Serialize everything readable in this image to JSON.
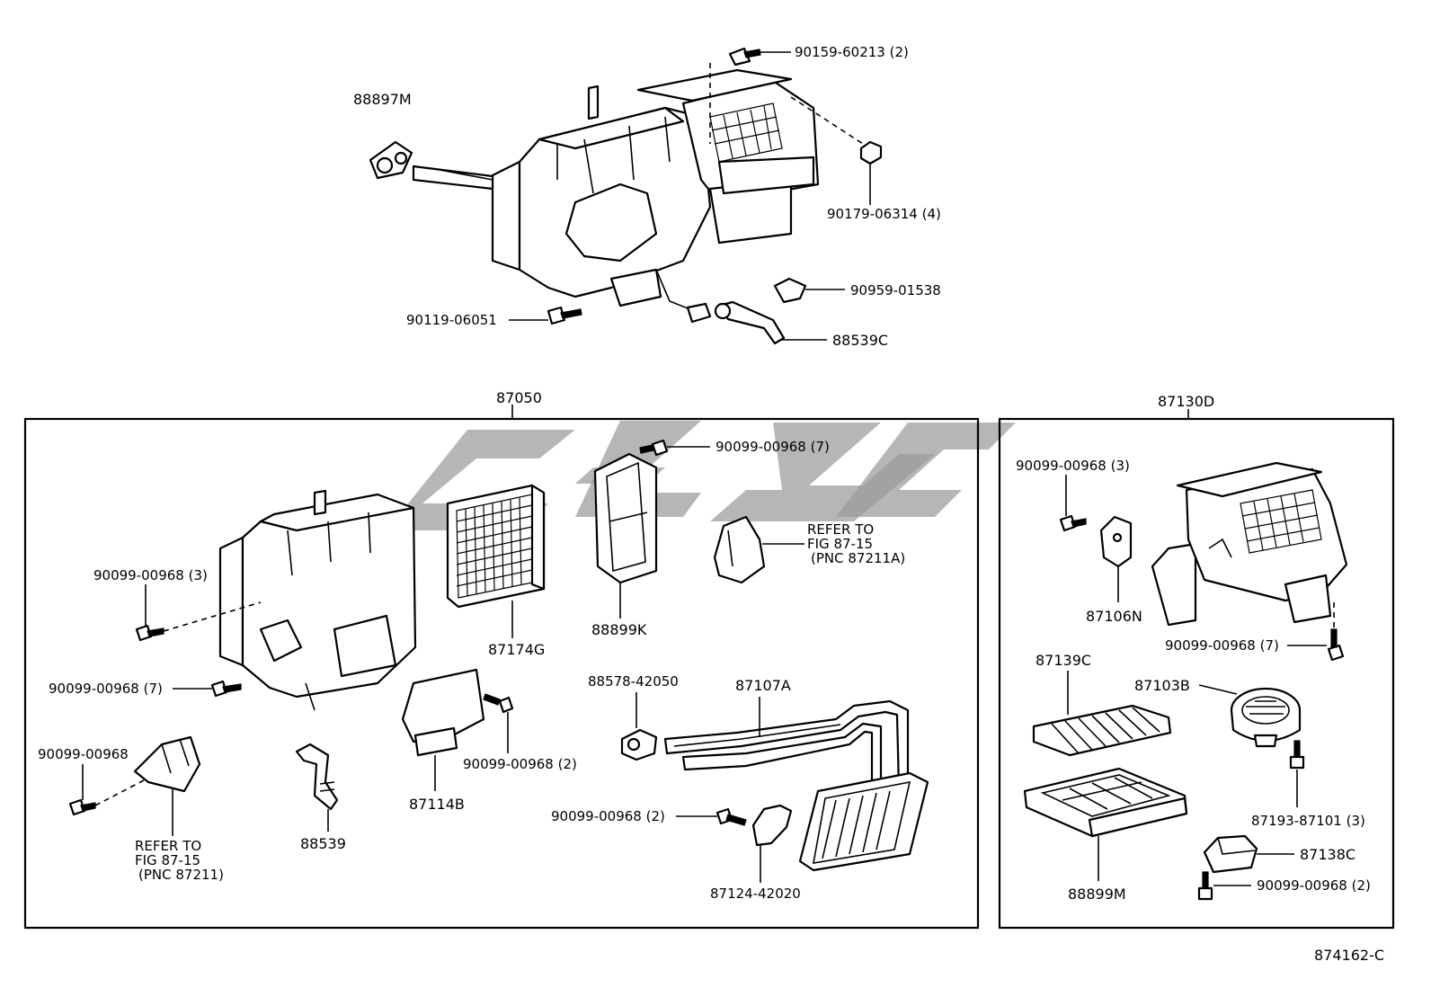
{
  "labels": {
    "l88897M": "88897M",
    "l90159": "90159-60213 (2)",
    "l90179": "90179-06314 (4)",
    "l90959": "90959-01538",
    "l90119": "90119-06051",
    "l88539C": "88539C",
    "l87050": "87050",
    "l87130D": "87130D",
    "l90099_7_top": "90099-00968 (7)",
    "l90099_3_left": "90099-00968 (3)",
    "l90099_7_left": "90099-00968 (7)",
    "l90099_plain": "90099-00968",
    "l87174G": "87174G",
    "l88899K": "88899K",
    "refer1_a": "REFER TO",
    "refer1_b": "FIG 87-15",
    "refer1_c": "(PNC 87211A)",
    "refer2_a": "REFER TO",
    "refer2_b": "FIG 87-15",
    "refer2_c": "(PNC 87211)",
    "l88578": "88578-42050",
    "l87107A": "87107A",
    "l87114B": "87114B",
    "l90099_2_mid": "90099-00968 (2)",
    "l88539": "88539",
    "l90099_2_low": "90099-00968 (2)",
    "l87124": "87124-42020",
    "l90099_3_right": "90099-00968 (3)",
    "l87106N": "87106N",
    "l90099_7_right": "90099-00968 (7)",
    "l87139C": "87139C",
    "l87103B": "87103B",
    "l87193": "87193-87101 (3)",
    "l87138C": "87138C",
    "l88899M": "88899M",
    "l90099_2_right": "90099-00968 (2)",
    "figure_number": "874162-C"
  }
}
